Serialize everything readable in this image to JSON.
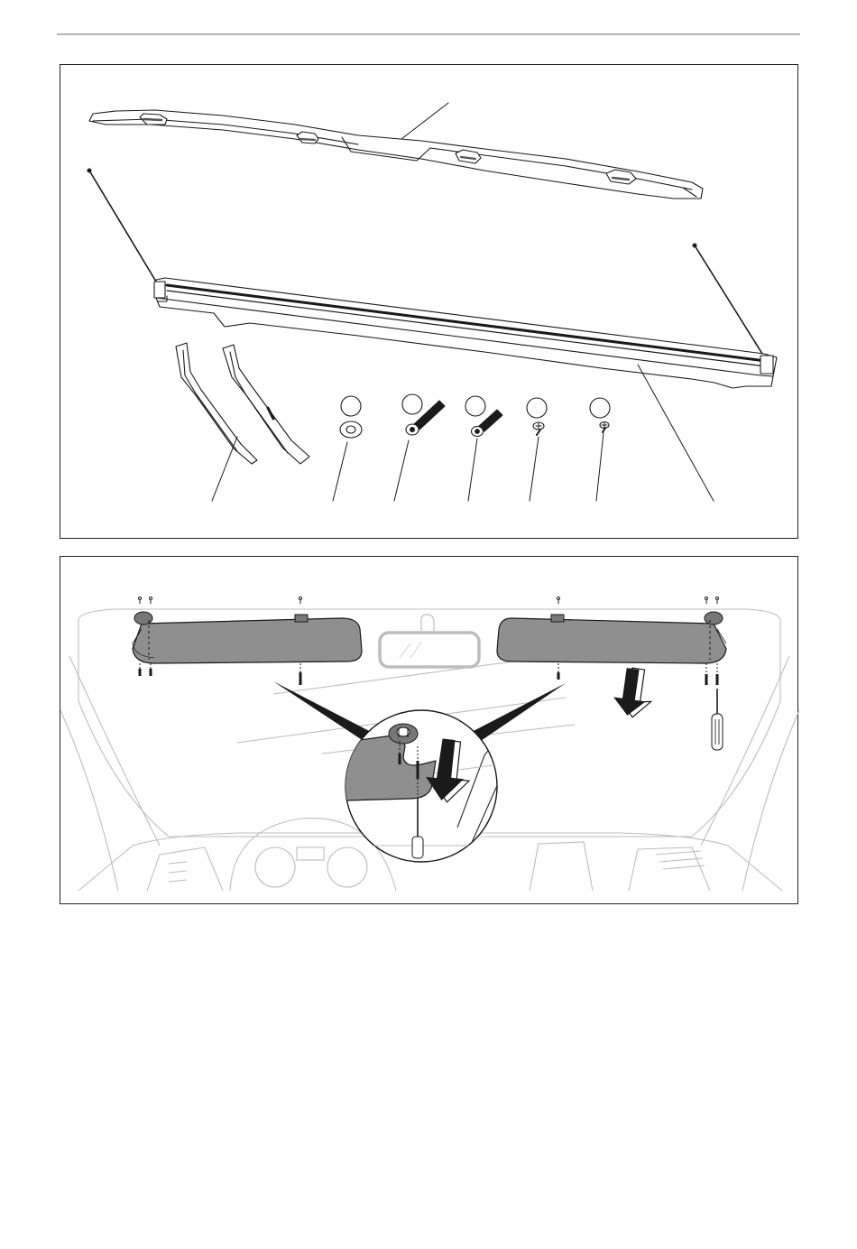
{
  "document": {
    "figures": [
      {
        "id": "exploded-parts-view",
        "callout_count": 8,
        "hardware_circles": 5,
        "items": [
          "roof-spoiler",
          "mounting-rail",
          "brackets",
          "spacer",
          "long-bolt",
          "short-bolt",
          "screw",
          "small-screw"
        ]
      },
      {
        "id": "sun-visor-installation-view",
        "items": [
          "left-sun-visor",
          "right-sun-visor",
          "rearview-mirror",
          "windshield",
          "dashboard",
          "detail-magnifier",
          "screwdriver",
          "down-arrow"
        ]
      }
    ],
    "colors": {
      "line": "#1a1a1a",
      "background_lines": "#bdbdbd",
      "visor_fill": "#8f8f8f",
      "rule": "#b4b4b4"
    }
  }
}
